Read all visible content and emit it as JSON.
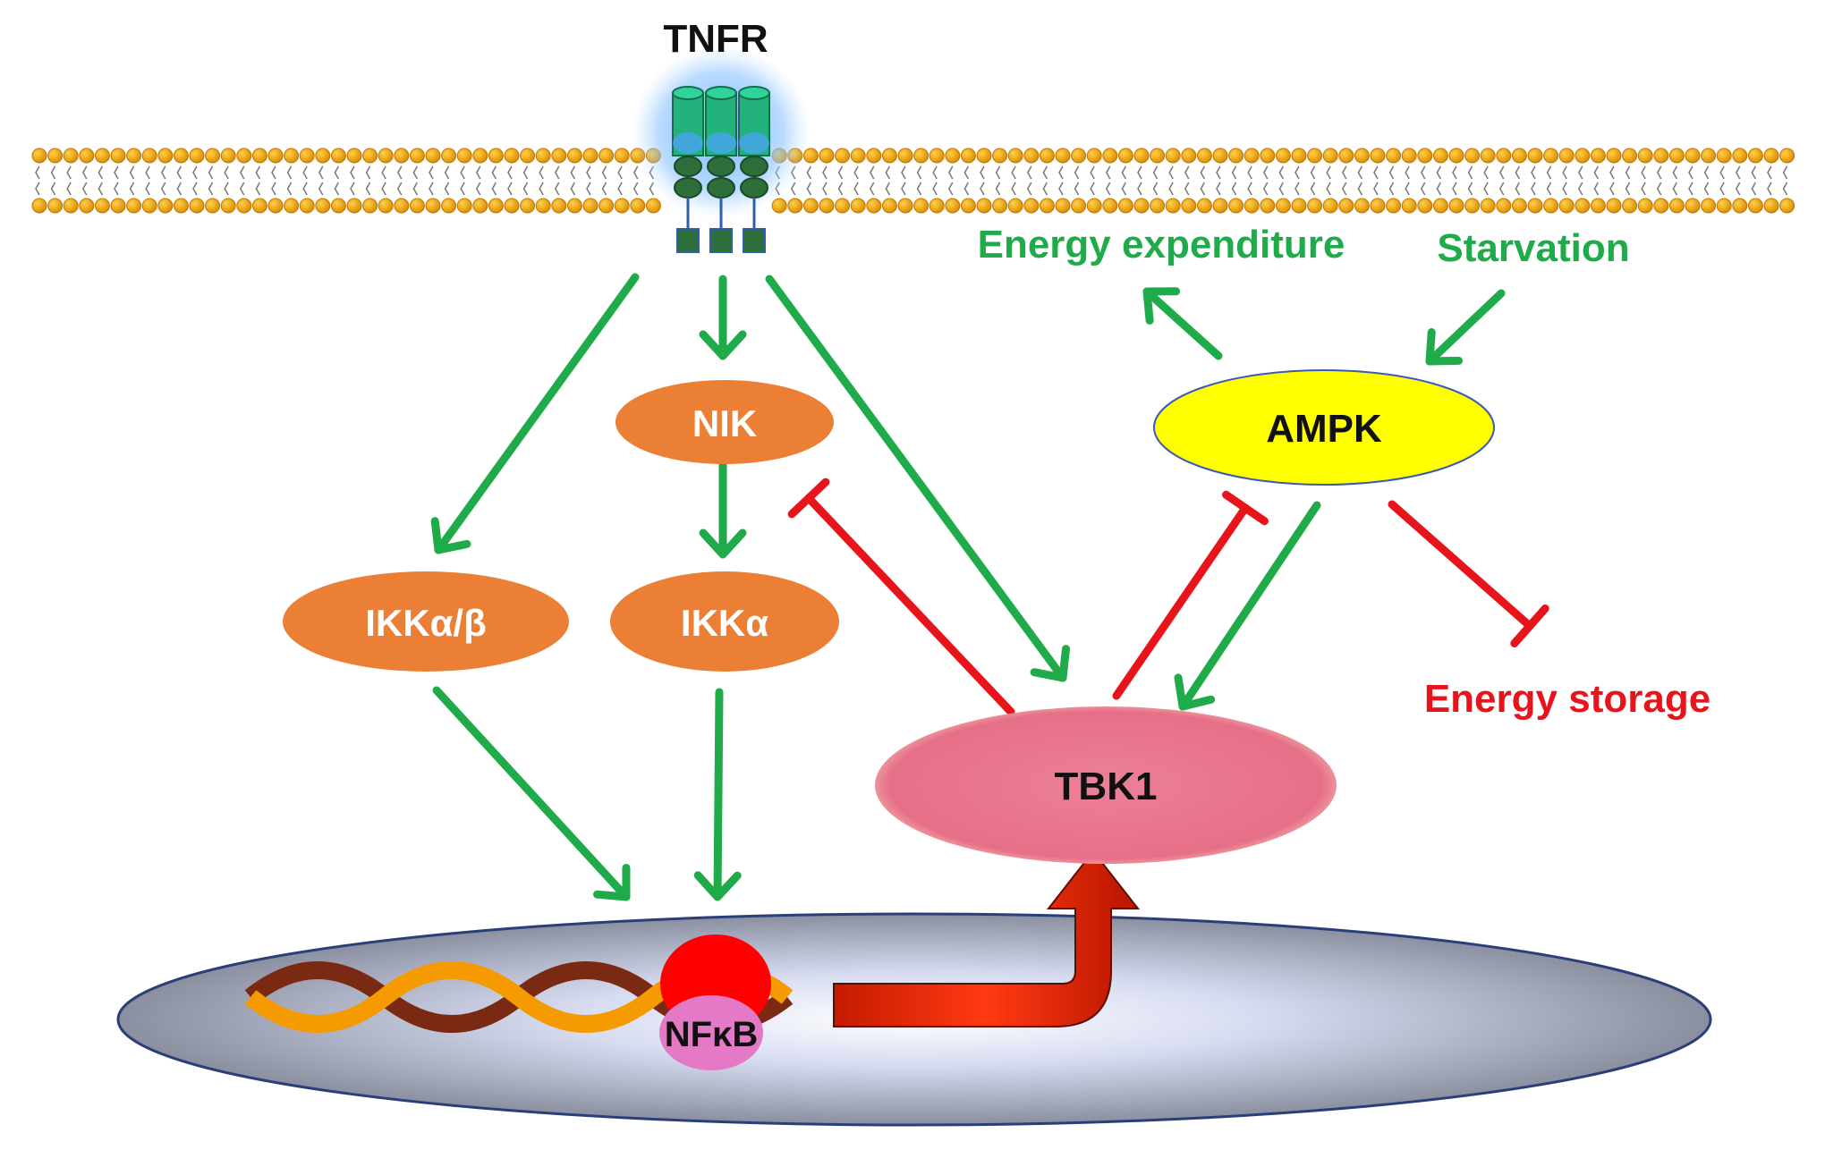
{
  "receptor": {
    "label": "TNFR"
  },
  "nodes": {
    "nik": "NIK",
    "ikk_ab": "IKKα/β",
    "ikk_a": "IKKα",
    "ampk": "AMPK",
    "tbk1": "TBK1",
    "nfkb": "NFκB"
  },
  "labels": {
    "energy_expenditure": "Energy expenditure",
    "starvation": "Starvation",
    "energy_storage": "Energy storage"
  },
  "colors": {
    "activation": "#1fab4a",
    "inhibition": "#e8141b",
    "node_orange": "#ec7f36",
    "ampk_yellow": "#ffff00",
    "tbk1_pink": "#e8778d",
    "nfkb_pink": "#e47ac6",
    "membrane_head": "#e9a200",
    "receptor_green": "#23b27c",
    "receptor_dark": "#2d6e3a"
  }
}
